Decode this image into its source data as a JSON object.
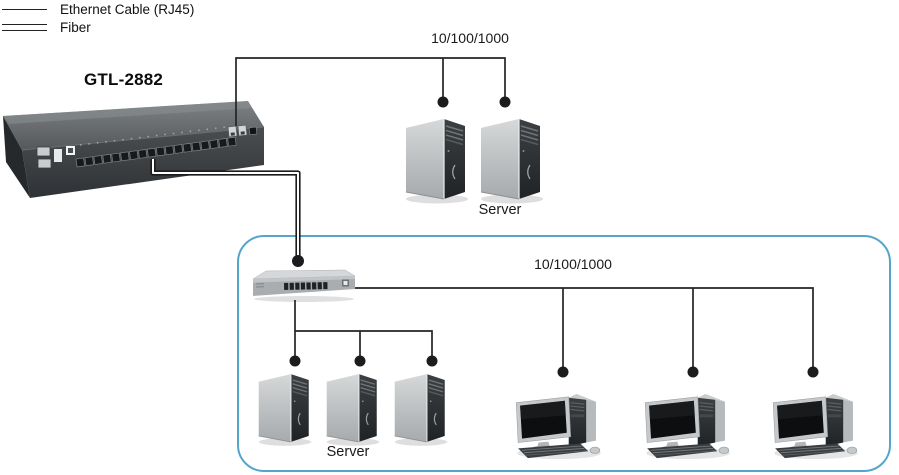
{
  "legend": {
    "items": [
      {
        "id": "ethernet",
        "label": "Ethernet Cable (RJ45)",
        "line_style": "single"
      },
      {
        "id": "fiber",
        "label": "Fiber",
        "line_style": "double"
      }
    ]
  },
  "core_switch": {
    "model": "GTL-2882"
  },
  "top_network": {
    "bus_label": "10/100/1000",
    "server_group_label": "Server",
    "server_count": 2
  },
  "lan_zone": {
    "bus_label": "10/100/1000",
    "server_group_label": "Server",
    "server_count": 3,
    "workstation_count": 3,
    "border_color": "#55a5cb"
  },
  "colors": {
    "ethernet_line": "#242424",
    "fiber_line": "#1c1c1c",
    "connection_dot": "#1c1c1e",
    "zone_border": "#55a5cb",
    "text": "#1a1a1a"
  }
}
